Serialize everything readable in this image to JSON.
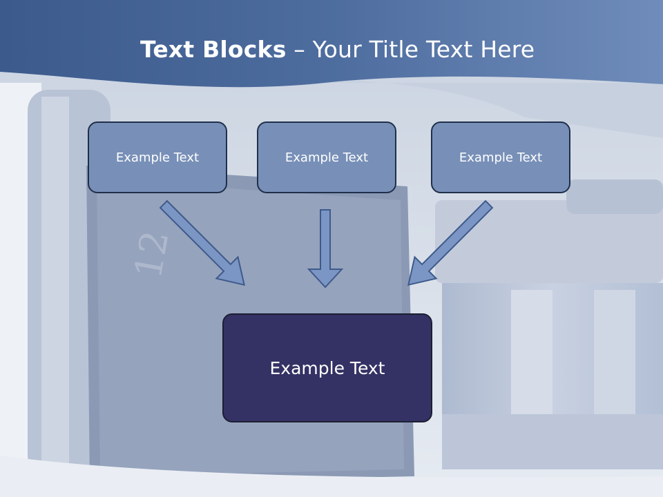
{
  "title": {
    "bold": "Text Blocks",
    "separator": " – ",
    "rest": "Your Title Text Here"
  },
  "blocks": [
    {
      "label": "Example Text"
    },
    {
      "label": "Example Text"
    },
    {
      "label": "Example Text"
    }
  ],
  "main_block": {
    "label": "Example Text"
  },
  "colors": {
    "header": "#4a6a9e",
    "block": "#7890b8",
    "main_block": "#343264",
    "arrow": "#7b96c4"
  }
}
